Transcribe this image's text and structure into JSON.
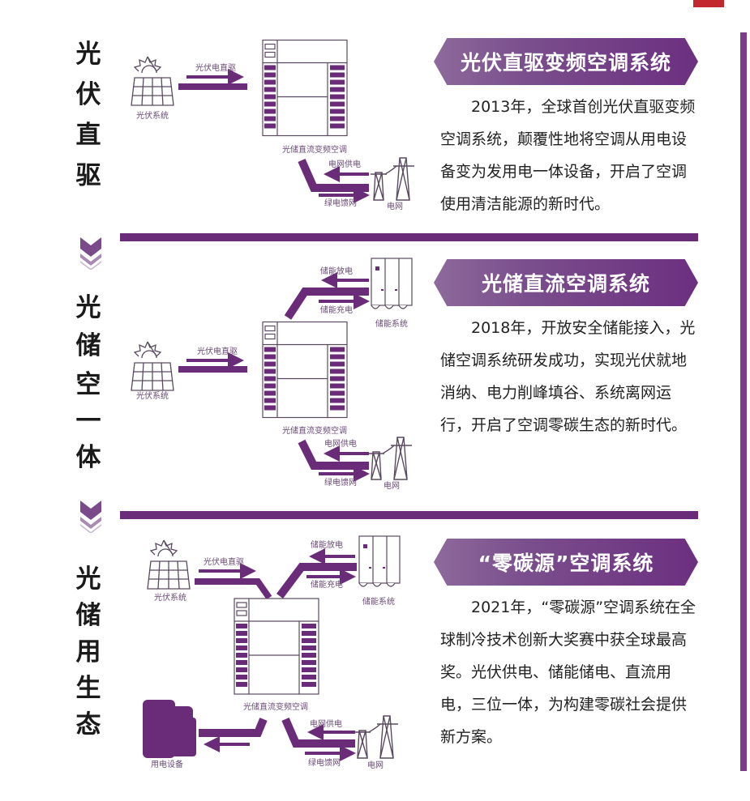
{
  "sections": [
    {
      "side_label": [
        "光",
        "伏",
        "直",
        "驱"
      ],
      "title": "光伏直驱变频空调系统",
      "description": "2013年，全球首创光伏直驱变频空调系统，颠覆性地将空调从用电设备变为发用电一体设备，开启了空调使用清洁能源的新时代。",
      "diagram": {
        "solar": "光伏系统",
        "solar_flow": "光伏电直驱",
        "unit": "光储直流变频空调",
        "grid_supply": "电网供电",
        "grid_feed": "绿电馈网",
        "grid": "电网"
      }
    },
    {
      "side_label": [
        "光",
        "储",
        "空",
        "一",
        "体"
      ],
      "title": "光储直流空调系统",
      "description": "2018年，开放安全储能接入，光储空调系统研发成功，实现光伏就地消纳、电力削峰填谷、系统离网运行，开启了空调零碳生态的新时代。",
      "diagram": {
        "storage_discharge": "储能放电",
        "storage_charge": "储能充电",
        "storage": "储能系统",
        "solar": "光伏系统",
        "solar_flow": "光伏电直驱",
        "unit": "光储直流变频空调",
        "grid_supply": "电网供电",
        "grid_feed": "绿电馈网",
        "grid": "电网"
      }
    },
    {
      "side_label": [
        "光",
        "储",
        "用",
        "生",
        "态"
      ],
      "title": "“零碳源”空调系统",
      "description": "2021年，“零碳源”空调系统在全球制冷技术创新大奖赛中获全球最高奖。光伏供电、储能储电、直流用电，三位一体，为构建零碳社会提供新方案。",
      "diagram": {
        "solar": "光伏系统",
        "solar_flow": "光伏电直驱",
        "storage_discharge": "储能放电",
        "storage_charge": "储能充电",
        "storage": "储能系统",
        "unit": "光储直流变频空调",
        "device": "用电设备",
        "grid_supply": "电网供电",
        "grid_feed": "绿电馈网",
        "grid": "电网"
      }
    }
  ],
  "colors": {
    "accent": "#6a2b78",
    "banner_light": "#8e6a9c",
    "top_mark": "#c4282f"
  }
}
